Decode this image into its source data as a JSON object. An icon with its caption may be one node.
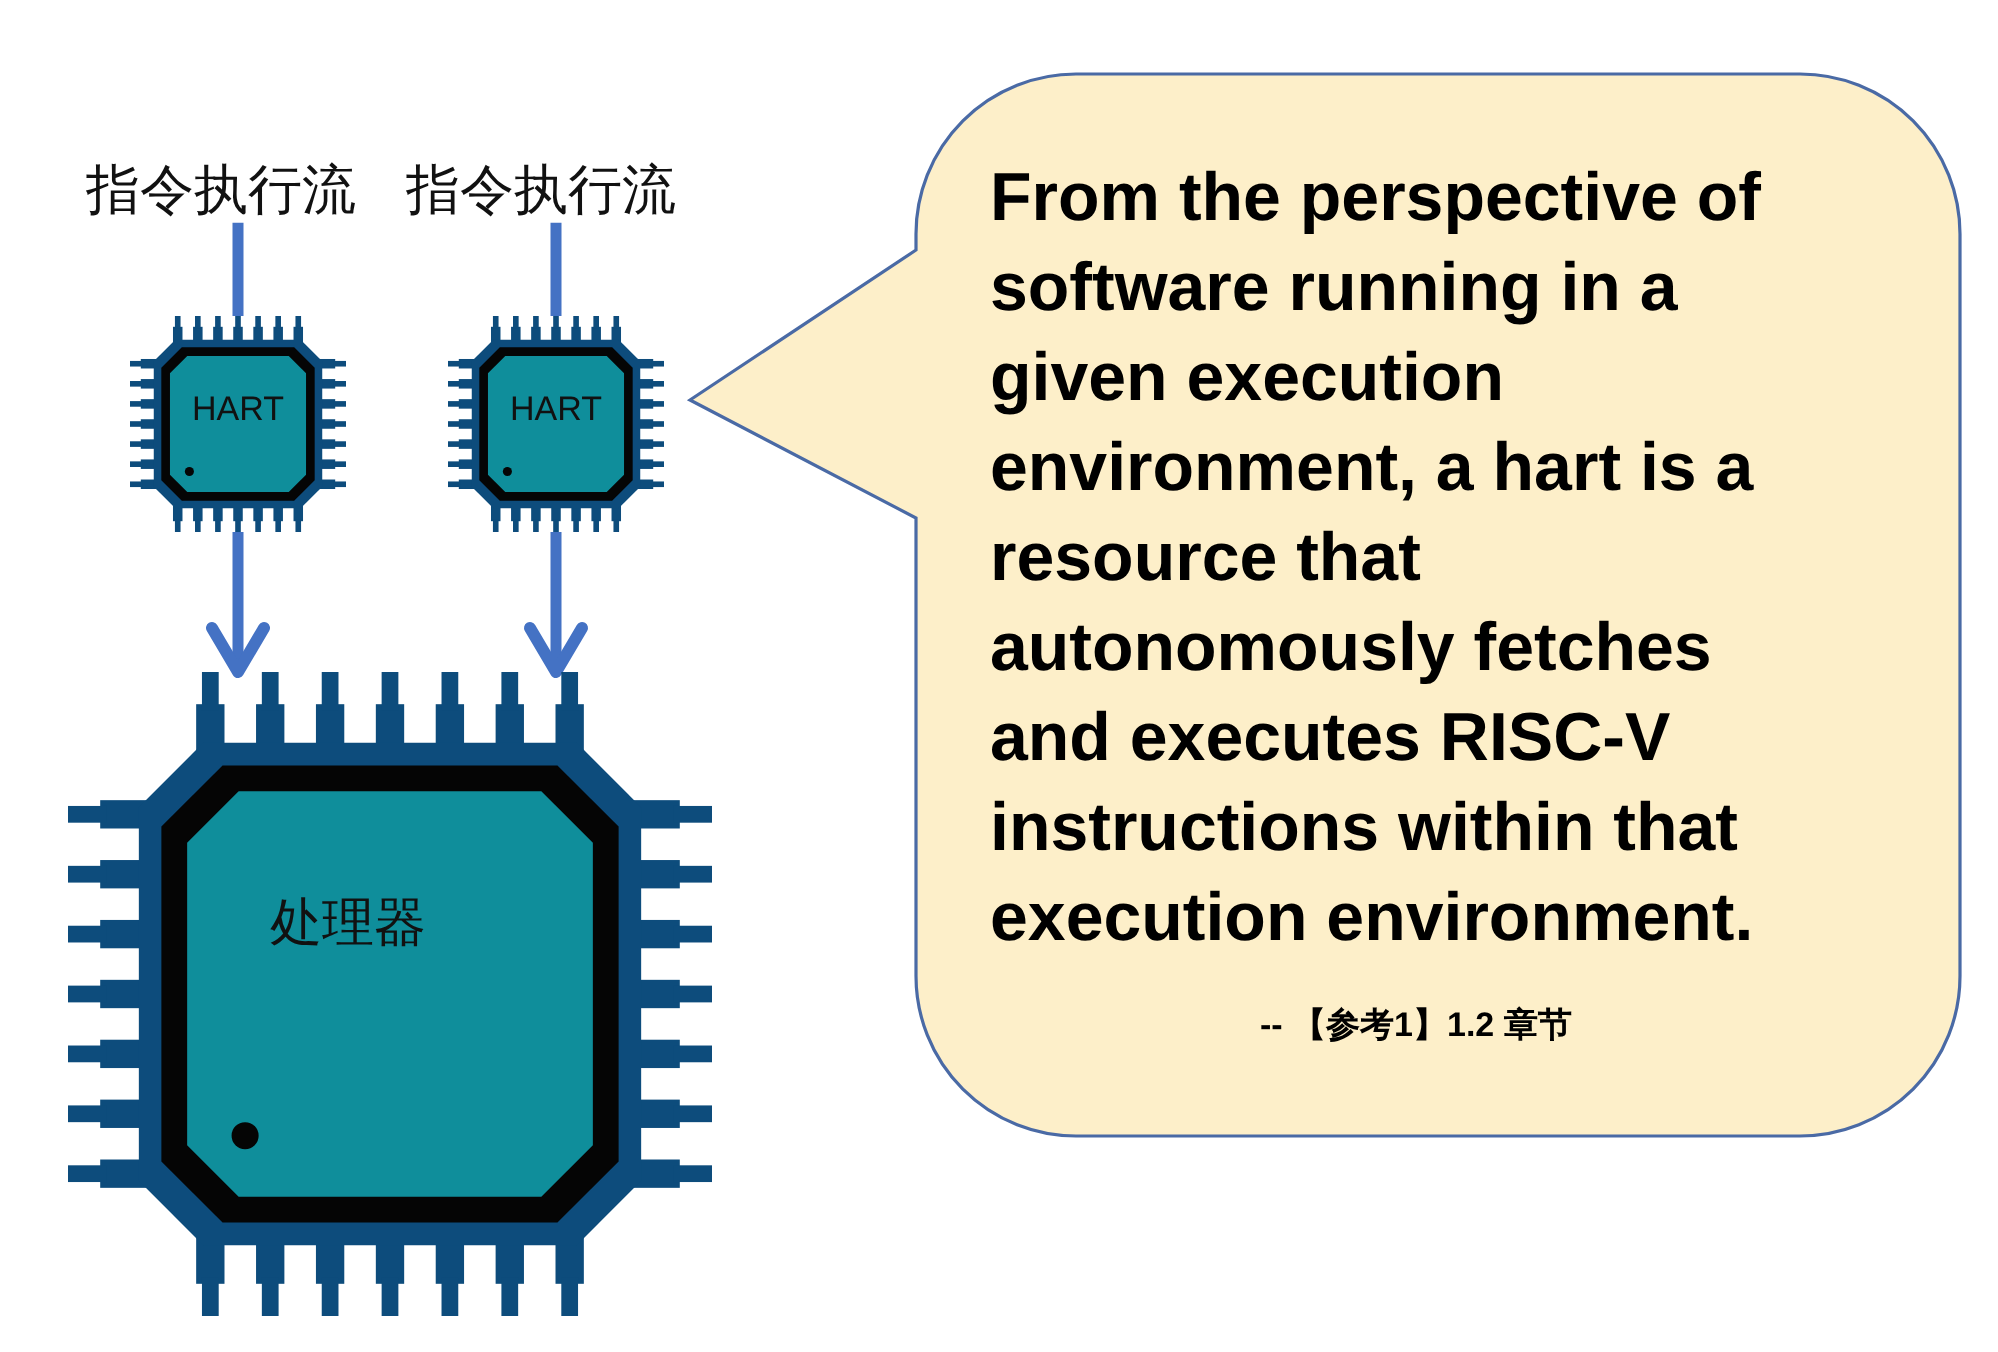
{
  "diagram": {
    "nodes": [
      {
        "text": [
          "指令执行流"
        ]
      },
      {
        "text": [
          "指令执行流"
        ]
      },
      {
        "text": [
          "HART"
        ]
      },
      {
        "text": [
          "HART"
        ]
      },
      {
        "text": [
          "处理器"
        ]
      },
      {
        "text": [
          "From the perspective of software running in a given execution environment, a hart is a resource that autonomously fetches and executes RISC-V instructions within that execution environment.",
          "-- 【参考1】1.2 章节"
        ]
      }
    ],
    "edges": [
      {
        "from": 0,
        "to": 2,
        "arrow": "none"
      },
      {
        "from": 1,
        "to": 3,
        "arrow": "none"
      },
      {
        "from": 2,
        "to": 4,
        "arrow": "to"
      },
      {
        "from": 3,
        "to": 4,
        "arrow": "to"
      }
    ]
  }
}
